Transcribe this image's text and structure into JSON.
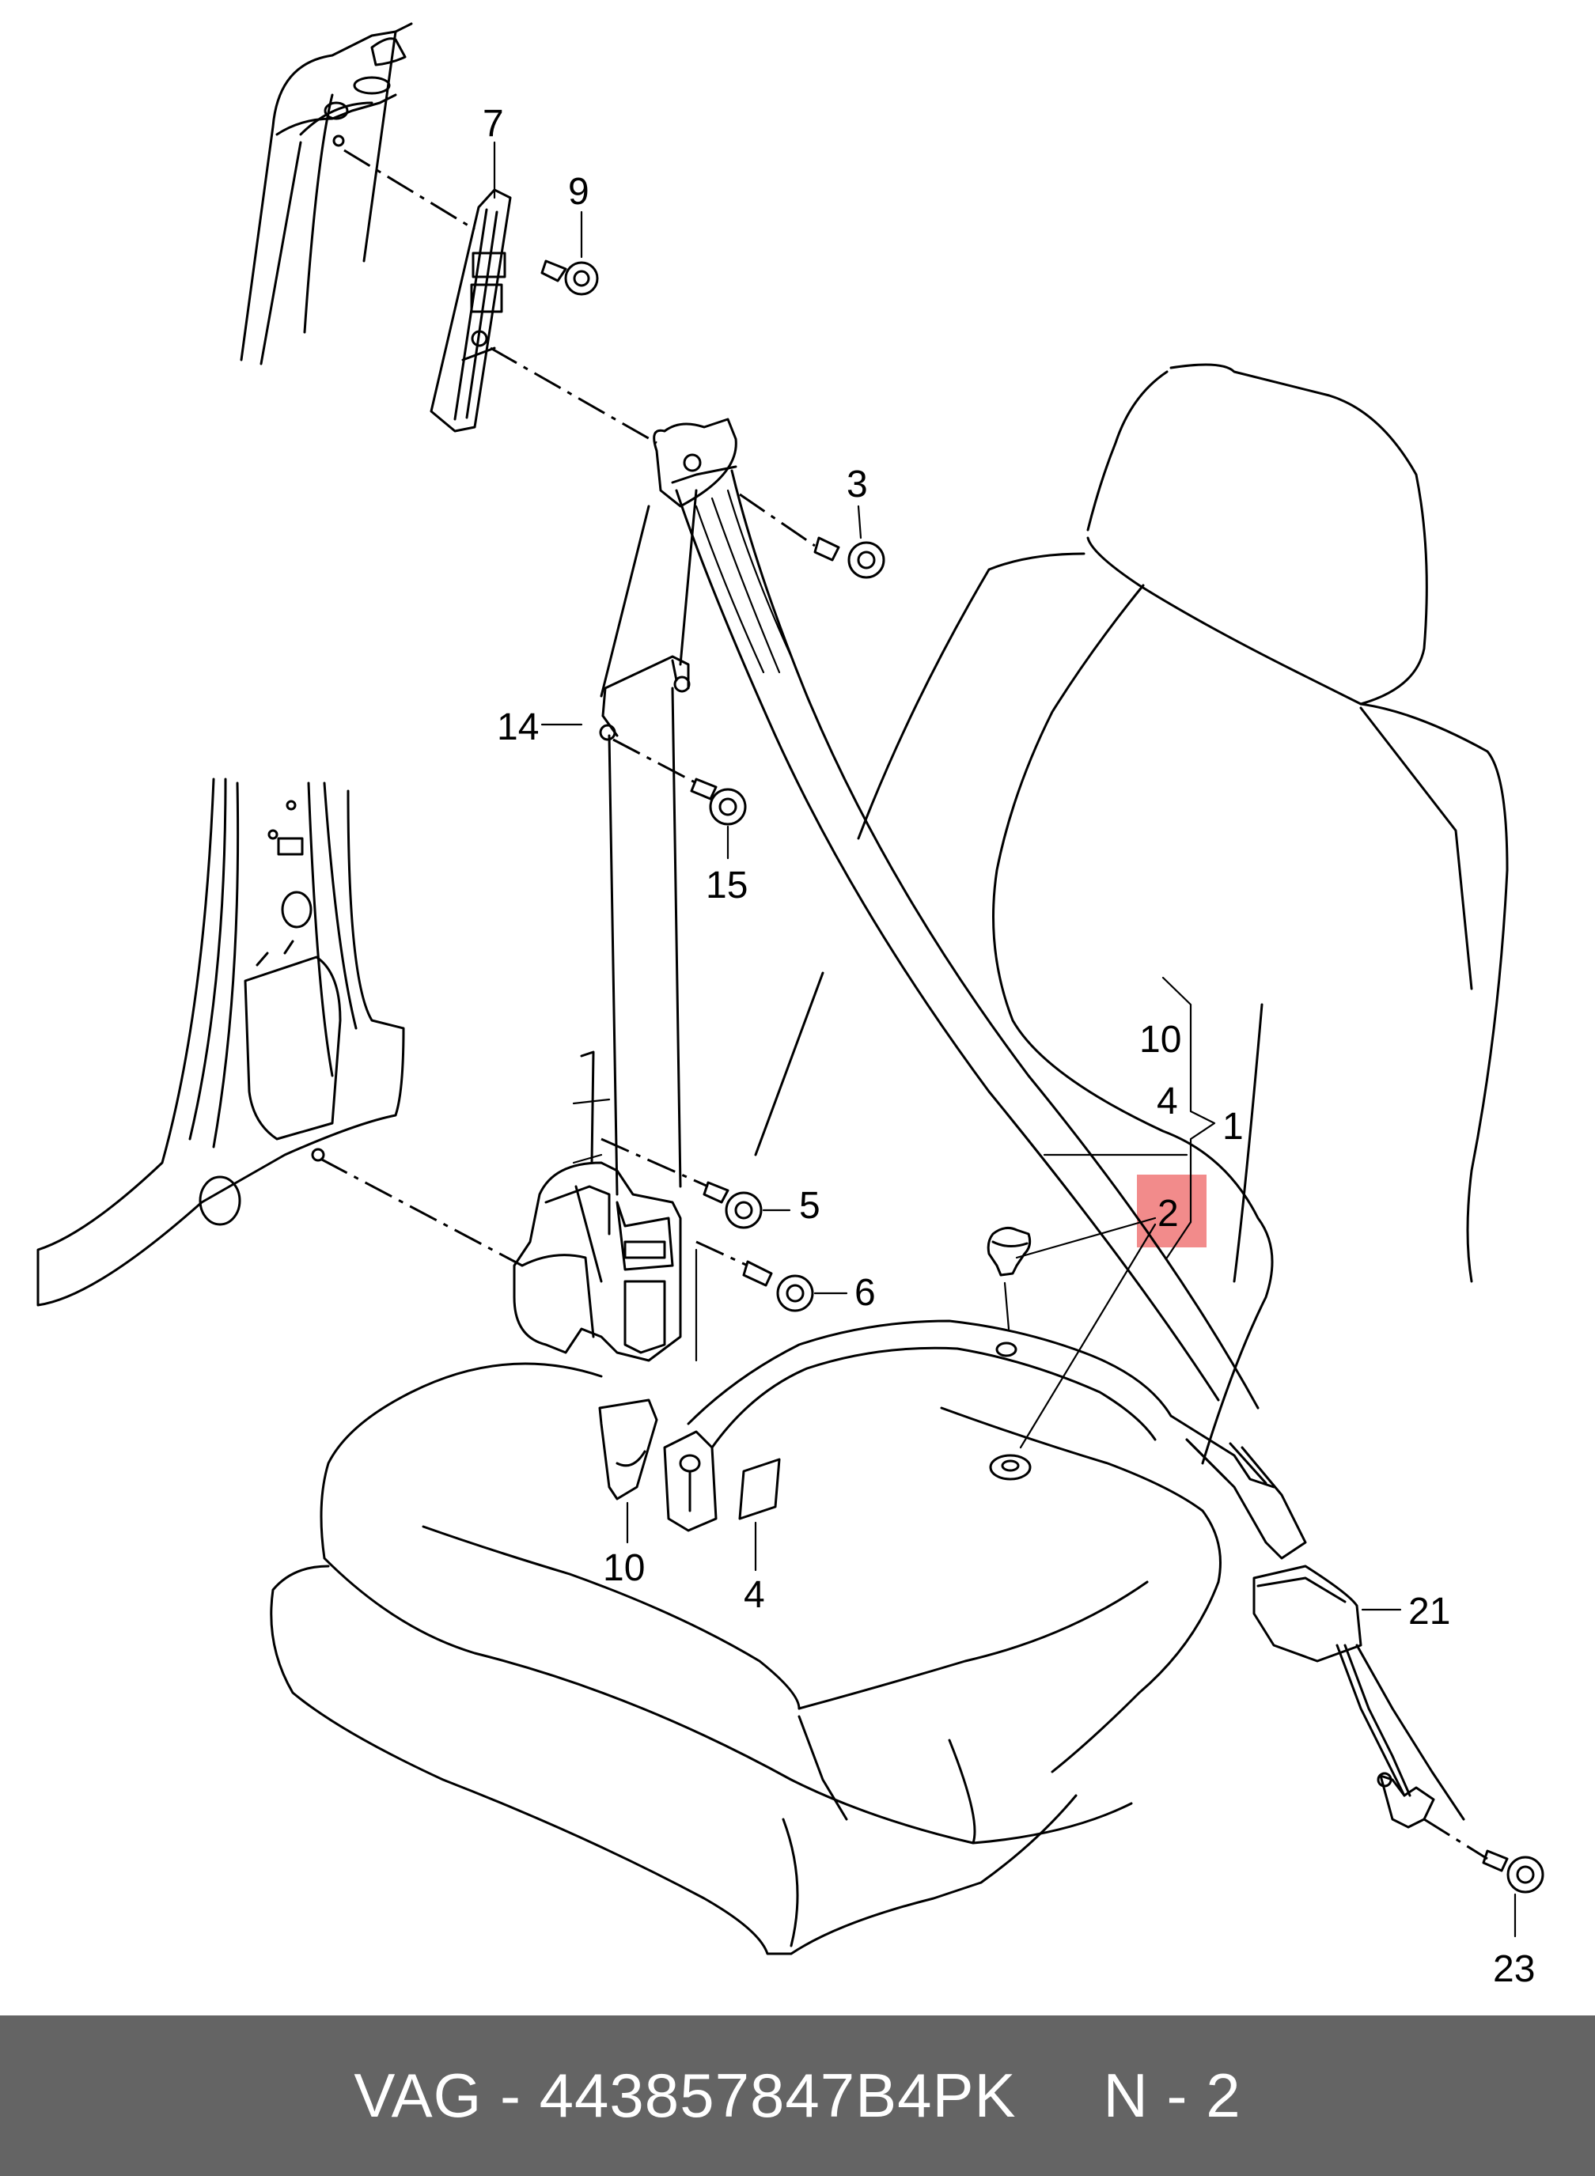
{
  "callouts": {
    "c7": "7",
    "c9": "9",
    "c3": "3",
    "c14": "14",
    "c15": "15",
    "c10a": "10",
    "c4a": "4",
    "c1": "1",
    "c2": "2",
    "c5": "5",
    "c6": "6",
    "c10b": "10",
    "c4b": "4",
    "c21": "21",
    "c23": "23"
  },
  "highlight": {
    "callout": "2",
    "color": "#f28b8b"
  },
  "footer": {
    "brand_part": "VAG - 443857847B4PK",
    "page": "N - 2",
    "background": "#646464",
    "text_color": "#ffffff"
  }
}
